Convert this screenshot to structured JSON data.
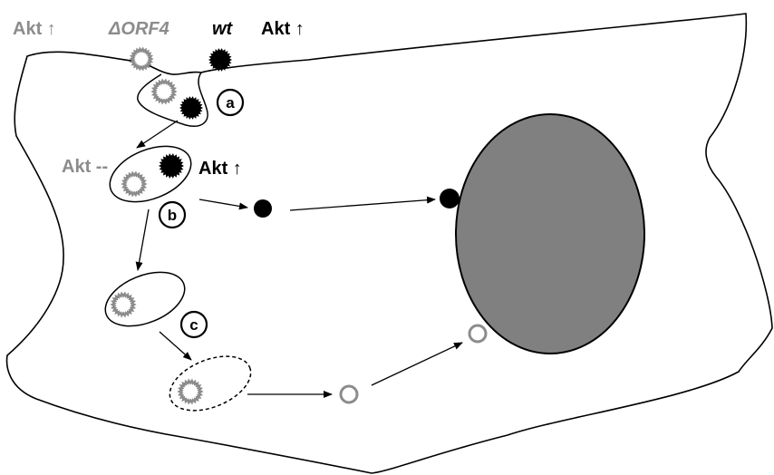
{
  "labels": {
    "akt_up_grey": "Akt ↑",
    "delta_orf4": "ΔORF4",
    "wt": "wt",
    "akt_up_black_top": "Akt ↑",
    "akt_dash": "Akt --",
    "akt_up_black_mid": "Akt ↑"
  },
  "steps": {
    "a": "a",
    "b": "b",
    "c": "c"
  },
  "colors": {
    "nucleus_fill": "#808080",
    "mutant_grey": "#8c8c8c",
    "wildtype_black": "#000000",
    "background": "#ffffff"
  }
}
